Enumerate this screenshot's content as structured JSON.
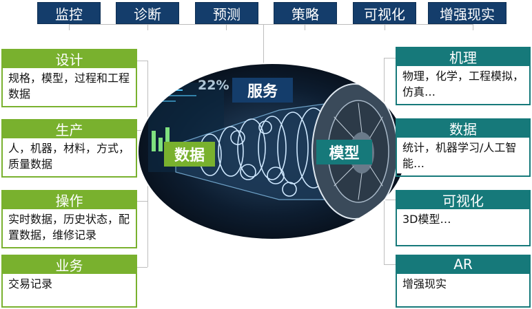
{
  "top_tabs": [
    "监控",
    "诊断",
    "预测",
    "策略",
    "可视化",
    "增强现实"
  ],
  "center": {
    "service_label": "服务",
    "data_label": "数据",
    "model_label": "模型",
    "screen_percent": "22%"
  },
  "left_cards": [
    {
      "title": "设计",
      "text": "规格，模型，过程和工程数据"
    },
    {
      "title": "生产",
      "text": "人，机器，材料，方式，质量数据"
    },
    {
      "title": "操作",
      "text": "实时数据，历史状态，配置数据，维修记录"
    },
    {
      "title": "业务",
      "text": "交易记录"
    }
  ],
  "right_cards": [
    {
      "title": "机理",
      "text": "物理，化学，工程模拟，仿真…"
    },
    {
      "title": "数据",
      "text": "统计，机器学习/人工智能…"
    },
    {
      "title": "可视化",
      "text": "3D模型…"
    },
    {
      "title": "AR",
      "text": "增强现实"
    }
  ],
  "colors": {
    "navy": "#143d6b",
    "green": "#79b12e",
    "teal": "#16797a"
  }
}
